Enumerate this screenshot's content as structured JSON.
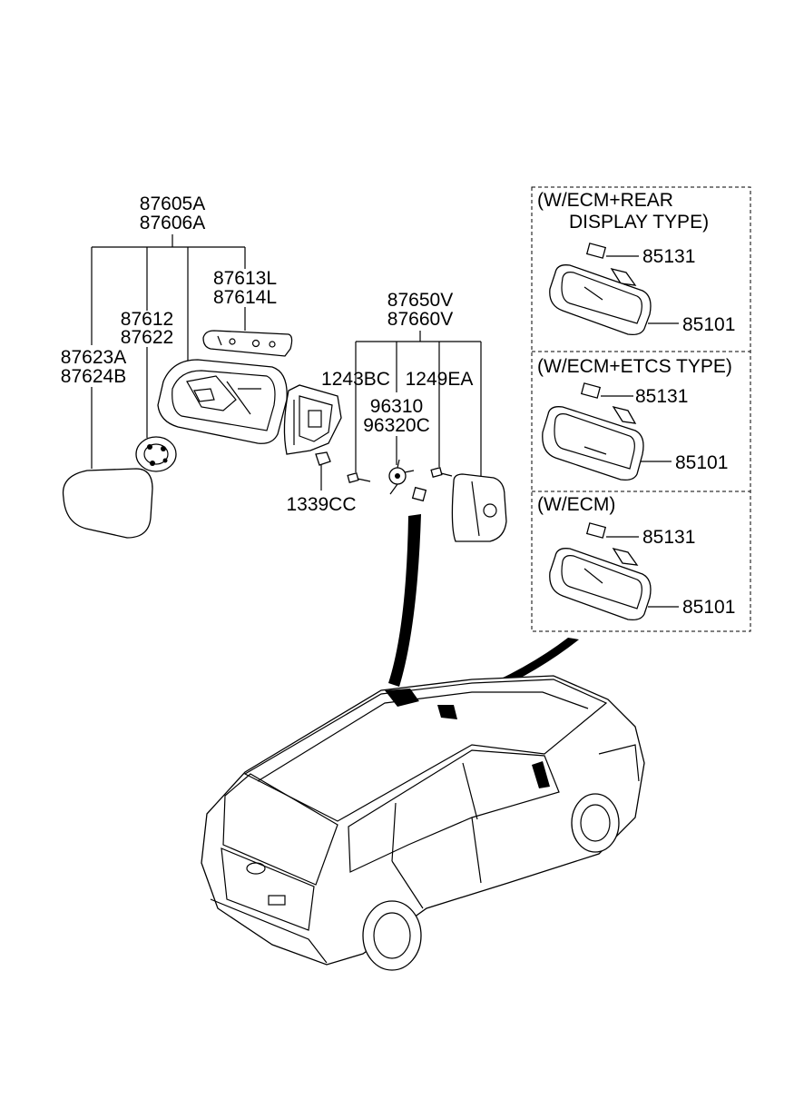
{
  "labels": {
    "mirror_assy_1": "87605A",
    "mirror_assy_2": "87606A",
    "cover_1": "87613L",
    "cover_2": "87614L",
    "actuator_1": "87612",
    "actuator_2": "87622",
    "glass_1": "87623A",
    "glass_2": "87624B",
    "screw_1339": "1339CC",
    "inside_1": "87650V",
    "inside_2": "87660V",
    "bolt_1243": "1243BC",
    "bolt_1249": "1249EA",
    "bracket_1": "96310",
    "bracket_2": "96320C"
  },
  "variants": [
    {
      "title_1": "(W/ECM+REAR",
      "title_2": "DISPLAY TYPE)",
      "part_top": "85131",
      "part_main": "85101"
    },
    {
      "title_1": "(W/ECM+ETCS TYPE)",
      "title_2": "",
      "part_top": "85131",
      "part_main": "85101"
    },
    {
      "title_1": "(W/ECM)",
      "title_2": "",
      "part_top": "85131",
      "part_main": "85101"
    }
  ],
  "icons": [
    "outside-mirror-assy",
    "mirror-glass",
    "actuator",
    "cover",
    "inside-mirror-bracket",
    "rear-view-mirror",
    "vehicle"
  ]
}
